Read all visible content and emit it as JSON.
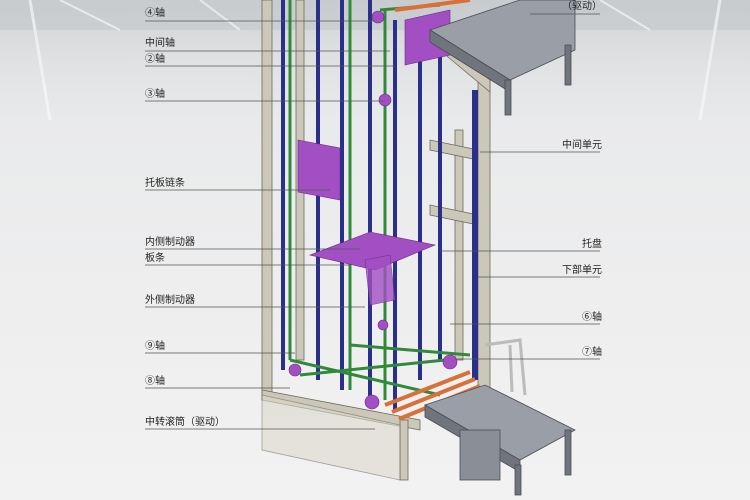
{
  "diagram": {
    "left_labels": [
      "④轴",
      "中间轴",
      "②轴",
      "③轴",
      "托板链条",
      "内侧制动器",
      "板条",
      "外侧制动器",
      "⑨轴",
      "⑧轴",
      "中转滚筒（驱动）"
    ],
    "right_labels": [
      "（驱动）",
      "中间单元",
      "托盘",
      "下部单元",
      "⑥轴",
      "⑦轴"
    ]
  },
  "colors": {
    "frame": "#c9c6b8",
    "blue": "#2a2f8a",
    "green": "#2f8a3a",
    "purple": "#a24fc4",
    "orange": "#d8703a",
    "conveyor": "#8a8e96"
  }
}
